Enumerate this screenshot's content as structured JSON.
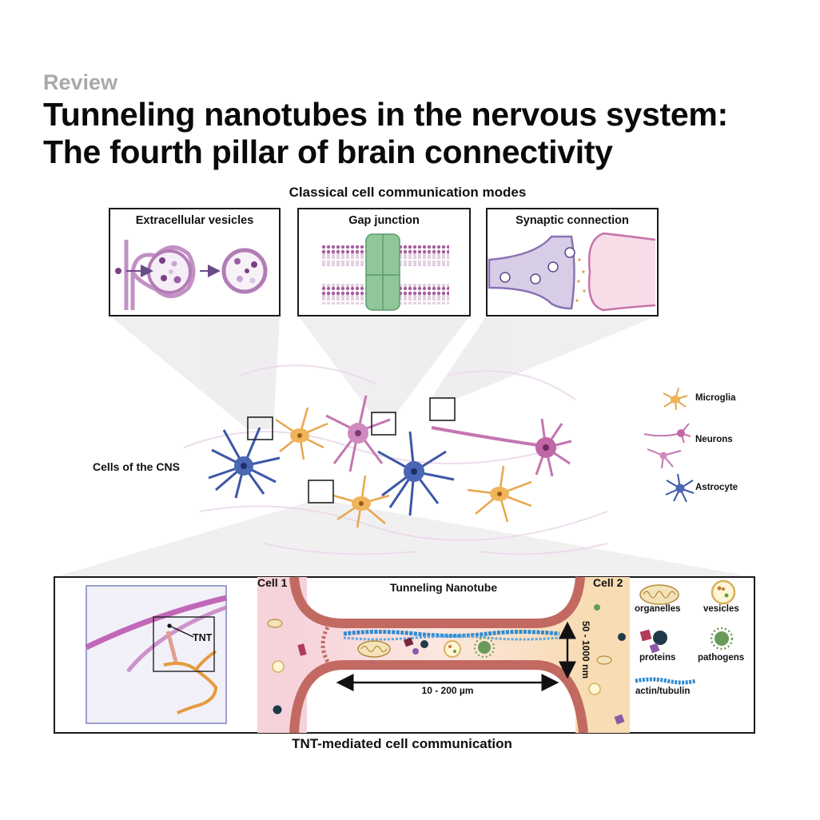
{
  "header": {
    "kicker": "Review",
    "title_line1": "Tunneling nanotubes in the nervous system:",
    "title_line2": "The fourth pillar of brain connectivity"
  },
  "classical": {
    "heading": "Classical cell communication modes",
    "panels": [
      {
        "label": "Extracellular vesicles"
      },
      {
        "label": "Gap junction"
      },
      {
        "label": "Synaptic connection"
      }
    ]
  },
  "cns": {
    "label": "Cells of the CNS",
    "legend": [
      {
        "label": "Microglia",
        "color": "#e8a64c"
      },
      {
        "label": "Neurons",
        "color": "#b25a9c"
      },
      {
        "label": "Astrocyte",
        "color": "#3c57a6"
      }
    ]
  },
  "tnt": {
    "inset_label": "TNT",
    "cell1": "Cell 1",
    "cell2": "Cell 2",
    "tube_title": "Tunneling Nanotube",
    "length_label": "10 - 200 µm",
    "diameter_label": "50 - 1000 nm",
    "legend": [
      {
        "label": "organelles"
      },
      {
        "label": "vesicles"
      },
      {
        "label": "proteins"
      },
      {
        "label": "pathogens"
      },
      {
        "label": "actin/tubulin"
      }
    ],
    "caption": "TNT-mediated cell communication"
  },
  "colors": {
    "neuron": "#b25a9c",
    "astrocyte": "#3c57a6",
    "microglia": "#e8a64c",
    "membrane": "#c26a62",
    "gap_junction": "#7fb98a",
    "actin": "#2f8ad0"
  }
}
